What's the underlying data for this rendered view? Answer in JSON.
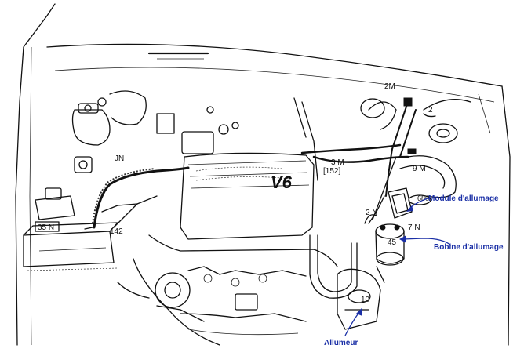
{
  "diagram": {
    "part_labels": {
      "jn": "JN",
      "n35": "35 N",
      "n142": "142",
      "m2": "2M",
      "n2": "2",
      "m3": "3 M",
      "n152": "[152]",
      "m9": "9 M",
      "n680": "680",
      "n2n": "2 N",
      "n7n": "7 N",
      "n45": "45",
      "n10": "10"
    },
    "engine_logo": "V6",
    "callouts": {
      "module": "Module d'allumage",
      "bobine": "Bobine d'allumage",
      "allumeur": "Allumeur"
    },
    "colors": {
      "ink": "#111111",
      "callout": "#1a2fa6",
      "background": "#ffffff"
    }
  }
}
